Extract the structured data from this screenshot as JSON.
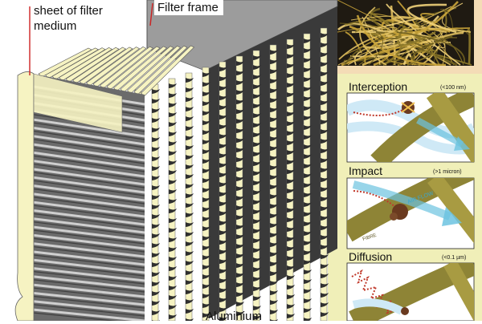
{
  "labels": {
    "filter_sheet_line1": "sheet of filter",
    "filter_sheet_line2": "medium",
    "filter_frame": "Filter frame",
    "aluminium": "Aluminium"
  },
  "mechanisms": [
    {
      "name": "Interception",
      "range": "(<100 nm)"
    },
    {
      "name": "Impact",
      "range": "(>1 micron)"
    },
    {
      "name": "Diffusion",
      "range": "(<0.1 µm)"
    }
  ],
  "annotations": {
    "air_flow": "AIR FLOW",
    "fibre": "FIBRE"
  },
  "colors": {
    "frame_top": "#9a9a9a",
    "frame_side": "#3d3d3d",
    "filter_medium": "#f5f2c4",
    "fibre": "#8e8436",
    "panel_bg": "#f0efb8",
    "air_flow": "#6cc3e0",
    "particle": "#6a3a1f",
    "path": "#c0392b"
  }
}
